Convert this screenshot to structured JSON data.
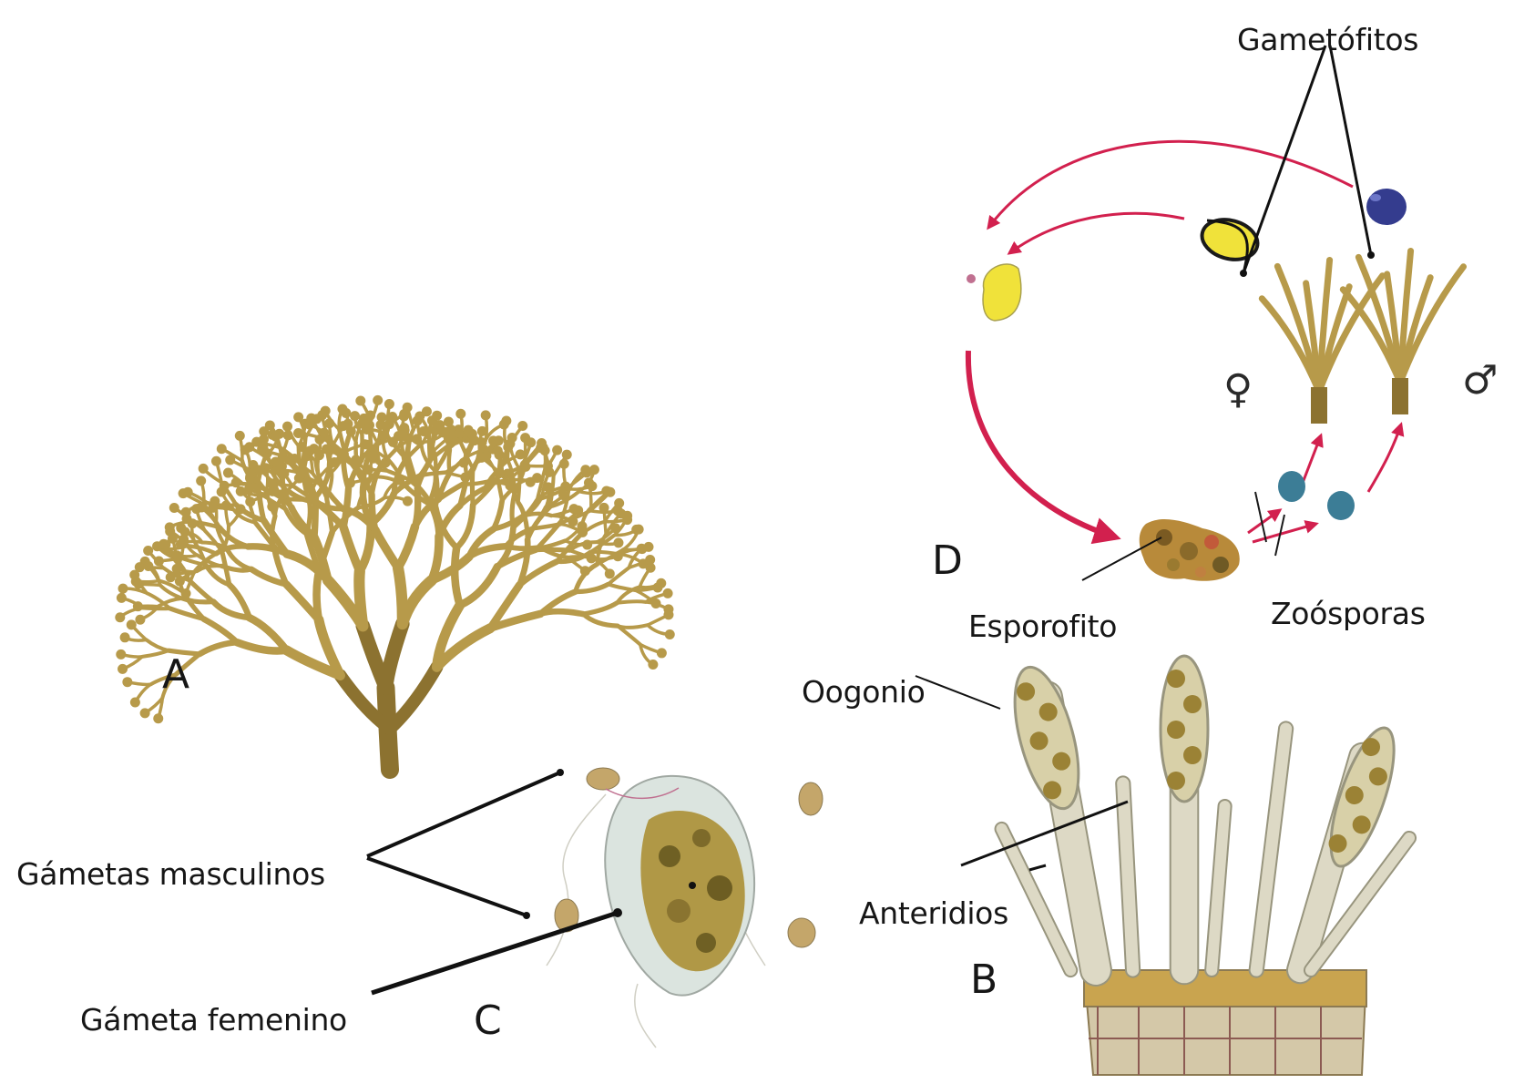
{
  "panels": {
    "A": {
      "letter": "A"
    },
    "B": {
      "letter": "B",
      "labels": {
        "oogonio": "Oogonio",
        "anteridios": "Anteridios"
      }
    },
    "C": {
      "letter": "C",
      "labels": {
        "gametas_masculinos": "Gámetas masculinos",
        "gameta_femenino": "Gámeta femenino"
      }
    },
    "D": {
      "letter": "D",
      "labels": {
        "gametofitos": "Gametófitos",
        "esporofito": "Esporofito",
        "zoosporas": "Zoósporas"
      },
      "symbols": {
        "female": "♀",
        "male": "♂"
      }
    }
  },
  "colors": {
    "thallus": "#b79a4a",
    "thallus_dark": "#8c7230",
    "cycle_arrow": "#d2204e",
    "female_gamete": "#f0e23a",
    "male_gamete": "#343c8e",
    "zoospore": "#3c7d96",
    "cell_fill": "#ddd9c5",
    "cell_outline": "#98957e",
    "chloroplast": "#9b8235",
    "base_tissue": "#c9a44f"
  }
}
